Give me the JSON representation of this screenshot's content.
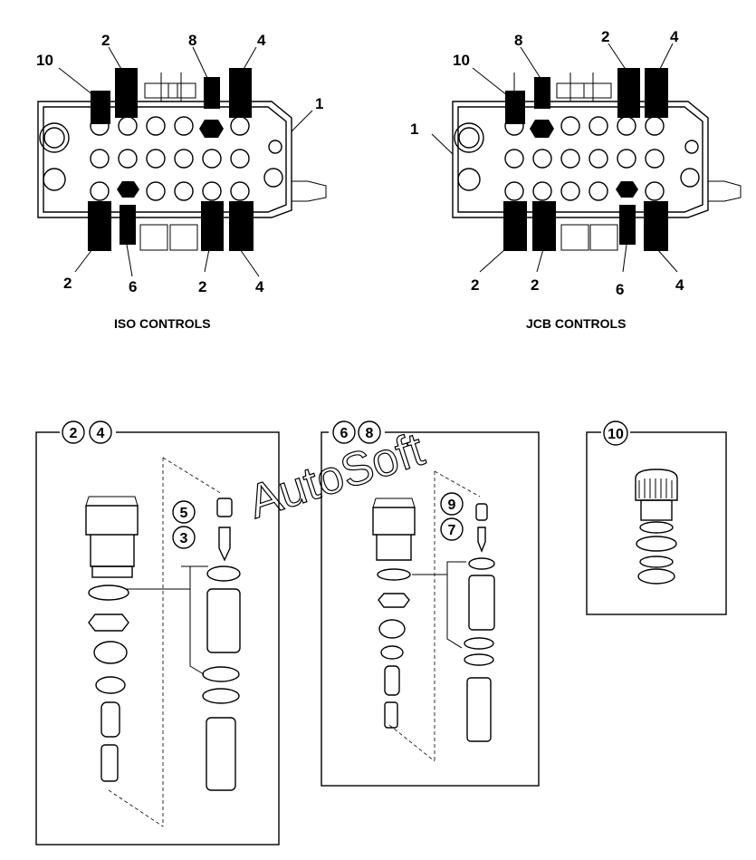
{
  "valve_iso": {
    "caption": "ISO CONTROLS",
    "top_labels": [
      "10",
      "2",
      "8",
      "4",
      "1"
    ],
    "bottom_labels": [
      "2",
      "6",
      "2",
      "4"
    ]
  },
  "valve_jcb": {
    "caption": "JCB CONTROLS",
    "top_labels": [
      "10",
      "8",
      "2",
      "4",
      "1"
    ],
    "bottom_labels": [
      "2",
      "2",
      "6",
      "4"
    ]
  },
  "box_a": {
    "refs": [
      "2",
      "4"
    ],
    "callouts": [
      "5",
      "3"
    ]
  },
  "box_b": {
    "refs": [
      "6",
      "8"
    ],
    "callouts": [
      "9",
      "7"
    ]
  },
  "box_c": {
    "refs": [
      "10"
    ]
  },
  "watermark": "AutoSoft"
}
